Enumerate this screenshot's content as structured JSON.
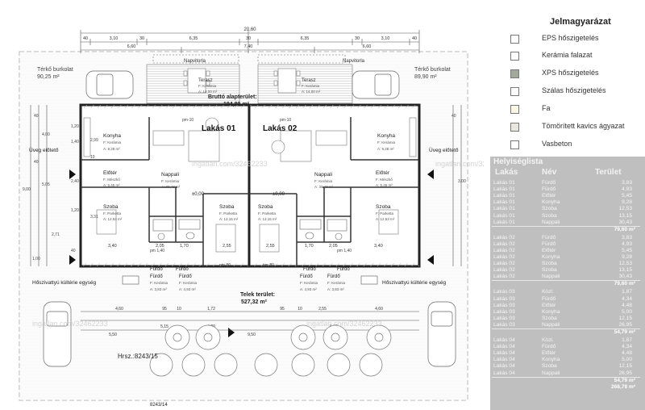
{
  "plan": {
    "overall_dim": "20,60",
    "dims_top_row1": [
      "40",
      "3,10",
      "30",
      "6,35",
      "30",
      "6,35",
      "30",
      "3,10",
      "40"
    ],
    "dims_top_row2": [
      "6,60",
      "7,40",
      "6,60"
    ],
    "napvitorla": [
      "Napvitorla",
      "Napvitorla"
    ],
    "terrace1": {
      "name": "Terasz",
      "mat": "F: Kerámia",
      "area": "A: 14,00 m²"
    },
    "terrace2": {
      "name": "Terasz",
      "mat": "F: Kerámia",
      "area": "A: 14,00 m²"
    },
    "brutto_label": "Bruttó alapterület:",
    "brutto_value": "194,89 m²",
    "terko_left": {
      "name": "Térkő burkolat",
      "area": "90,25 m²"
    },
    "terko_right": {
      "name": "Térkő burkolat",
      "area": "89,90 m²"
    },
    "lakas1": "Lakás 01",
    "lakas2": "Lakás 02",
    "pm_top": [
      "pm-10",
      "pm-10"
    ],
    "konyha1": {
      "name": "Konyha",
      "mat": "F: Kerámia",
      "area": "A: 9,28 m²"
    },
    "konyha2": {
      "name": "Konyha",
      "mat": "F: Kerámia",
      "area": "A: 9,28 m²"
    },
    "eloter1": {
      "name": "Előtér",
      "mat": "F: Mészkő",
      "area": "A: 5,45 m²"
    },
    "eloter2": {
      "name": "Előtér",
      "mat": "F: Mészkő",
      "area": "A: 5,45 m²"
    },
    "nappali1": {
      "name": "Nappali",
      "mat": "F: Kerámia",
      "area": "A: 30,43 m²"
    },
    "nappali2": {
      "name": "Nappali",
      "mat": "F: Kerámia",
      "area": "A: 30,43 m²"
    },
    "szoba_l1": {
      "name": "Szoba",
      "mat": "F: Parketta",
      "area": "A: 12,53 m²"
    },
    "szoba_r1": {
      "name": "Szoba",
      "mat": "F: Parketta",
      "area": "A: 13,15 m²"
    },
    "szoba_l2": {
      "name": "Szoba",
      "mat": "F: Parketta",
      "area": "A: 13,15 m²"
    },
    "szoba_r2": {
      "name": "Szoba",
      "mat": "F: Parketta",
      "area": "A: 12,53 m²"
    },
    "pm0": [
      "±0,00",
      "±0,00"
    ],
    "uveg": [
      "Üveg előtető",
      "Üveg előtető"
    ],
    "hoszivattyu": [
      "Hőszivattyú kültérie egység",
      "Hőszivattyú kültérie egység"
    ],
    "furdo": [
      {
        "name": "Fürdő",
        "mat": "F: Kerámia",
        "area": "A: 3,83 m²"
      },
      {
        "name": "Fürdő",
        "mat": "F: Kerámia",
        "area": "A: 4,93 m²"
      },
      {
        "name": "Fürdő",
        "mat": "F: Kerámia",
        "area": "A: 4,93 m²"
      },
      {
        "name": "Fürdő",
        "mat": "F: Kerámia",
        "area": "A: 3,83 m²"
      }
    ],
    "furdo_bottom": [
      "Fürdő",
      "Fürdő",
      "Fürdő",
      "Fürdő"
    ],
    "telek_label": "Telek terület:",
    "telek_value": "527,32 m²",
    "hrsz": "Hrsz.:8243/15",
    "hrsz_bottom": "8243/14",
    "dim_bottom": [
      "4,60",
      "95",
      "10",
      "1,72",
      "95",
      "10",
      "2,55",
      "4,60",
      "5,15",
      "4,20",
      "5,15",
      "5,50",
      "9,50"
    ],
    "wall_dims_left": [
      "1,20",
      "1,40",
      "2,99",
      "10",
      "2,40",
      "1,20",
      "3,31",
      "2,71",
      "40",
      "1,00"
    ],
    "side_dims": [
      "40",
      "4,00",
      "40",
      "5,05",
      "40",
      "9,00",
      "3,00"
    ],
    "room_dims": [
      "3,40",
      "2,05",
      "1,70",
      "2,55",
      "2,55",
      "1,70",
      "2,05",
      "3,40"
    ],
    "pm_small": [
      "pm 1,40",
      "pm 80",
      "pm 80",
      "pm 1,40"
    ]
  },
  "watermark": "ingatlan.com/32462233",
  "legend": {
    "title": "Jelmagyarázat",
    "items": [
      {
        "label": "EPS hőszigetelés",
        "color": "#ffffff"
      },
      {
        "label": "Kerámia falazat",
        "color": "#ffffff"
      },
      {
        "label": "XPS hőszigetelés",
        "color": "#a4a89a"
      },
      {
        "label": "Szálas hőszigetelés",
        "color": "#ffffff"
      },
      {
        "label": "Fa",
        "color": "#fbf6e6"
      },
      {
        "label": "Tömörített kavics ágyazat",
        "color": "#e9e7dd"
      },
      {
        "label": "Vasbeton",
        "color": "#ffffff"
      }
    ]
  },
  "table": {
    "caption": "Helyiséglista",
    "headers": [
      "Lakás",
      "Név",
      "Terület"
    ],
    "groups": [
      {
        "rows": [
          [
            "Lakás 01",
            "Fürdő",
            "3,83"
          ],
          [
            "Lakás 01",
            "Fürdő",
            "4,93"
          ],
          [
            "Lakás 01",
            "Előtér",
            "5,45"
          ],
          [
            "Lakás 01",
            "Konyha",
            "9,28"
          ],
          [
            "Lakás 01",
            "Szoba",
            "12,53"
          ],
          [
            "Lakás 01",
            "Szoba",
            "13,15"
          ],
          [
            "Lakás 01",
            "Nappali",
            "30,43"
          ]
        ],
        "sum": "79,60 m²"
      },
      {
        "rows": [
          [
            "Lakás 02",
            "Fürdő",
            "3,83"
          ],
          [
            "Lakás 02",
            "Fürdő",
            "4,93"
          ],
          [
            "Lakás 02",
            "Előtér",
            "5,45"
          ],
          [
            "Lakás 02",
            "Konyha",
            "9,28"
          ],
          [
            "Lakás 02",
            "Szoba",
            "12,53"
          ],
          [
            "Lakás 02",
            "Szoba",
            "13,15"
          ],
          [
            "Lakás 02",
            "Nappali",
            "30,43"
          ]
        ],
        "sum": "79,60 m²"
      },
      {
        "rows": [
          [
            "Lakás 03",
            "Közl.",
            "1,87"
          ],
          [
            "Lakás 03",
            "Fürdő",
            "4,34"
          ],
          [
            "Lakás 03",
            "Előtér",
            "4,48"
          ],
          [
            "Lakás 03",
            "Konyha",
            "5,00"
          ],
          [
            "Lakás 03",
            "Szoba",
            "12,15"
          ],
          [
            "Lakás 03",
            "Nappali",
            "26,95"
          ]
        ],
        "sum": "54,79 m²"
      },
      {
        "rows": [
          [
            "Lakás 04",
            "Közl.",
            "1,87"
          ],
          [
            "Lakás 04",
            "Fürdő",
            "4,34"
          ],
          [
            "Lakás 04",
            "Előtér",
            "4,48"
          ],
          [
            "Lakás 04",
            "Konyha",
            "5,00"
          ],
          [
            "Lakás 04",
            "Szoba",
            "12,15"
          ],
          [
            "Lakás 04",
            "Nappali",
            "26,95"
          ]
        ],
        "sum": "54,79 m²"
      }
    ],
    "total": "268,78 m²"
  }
}
